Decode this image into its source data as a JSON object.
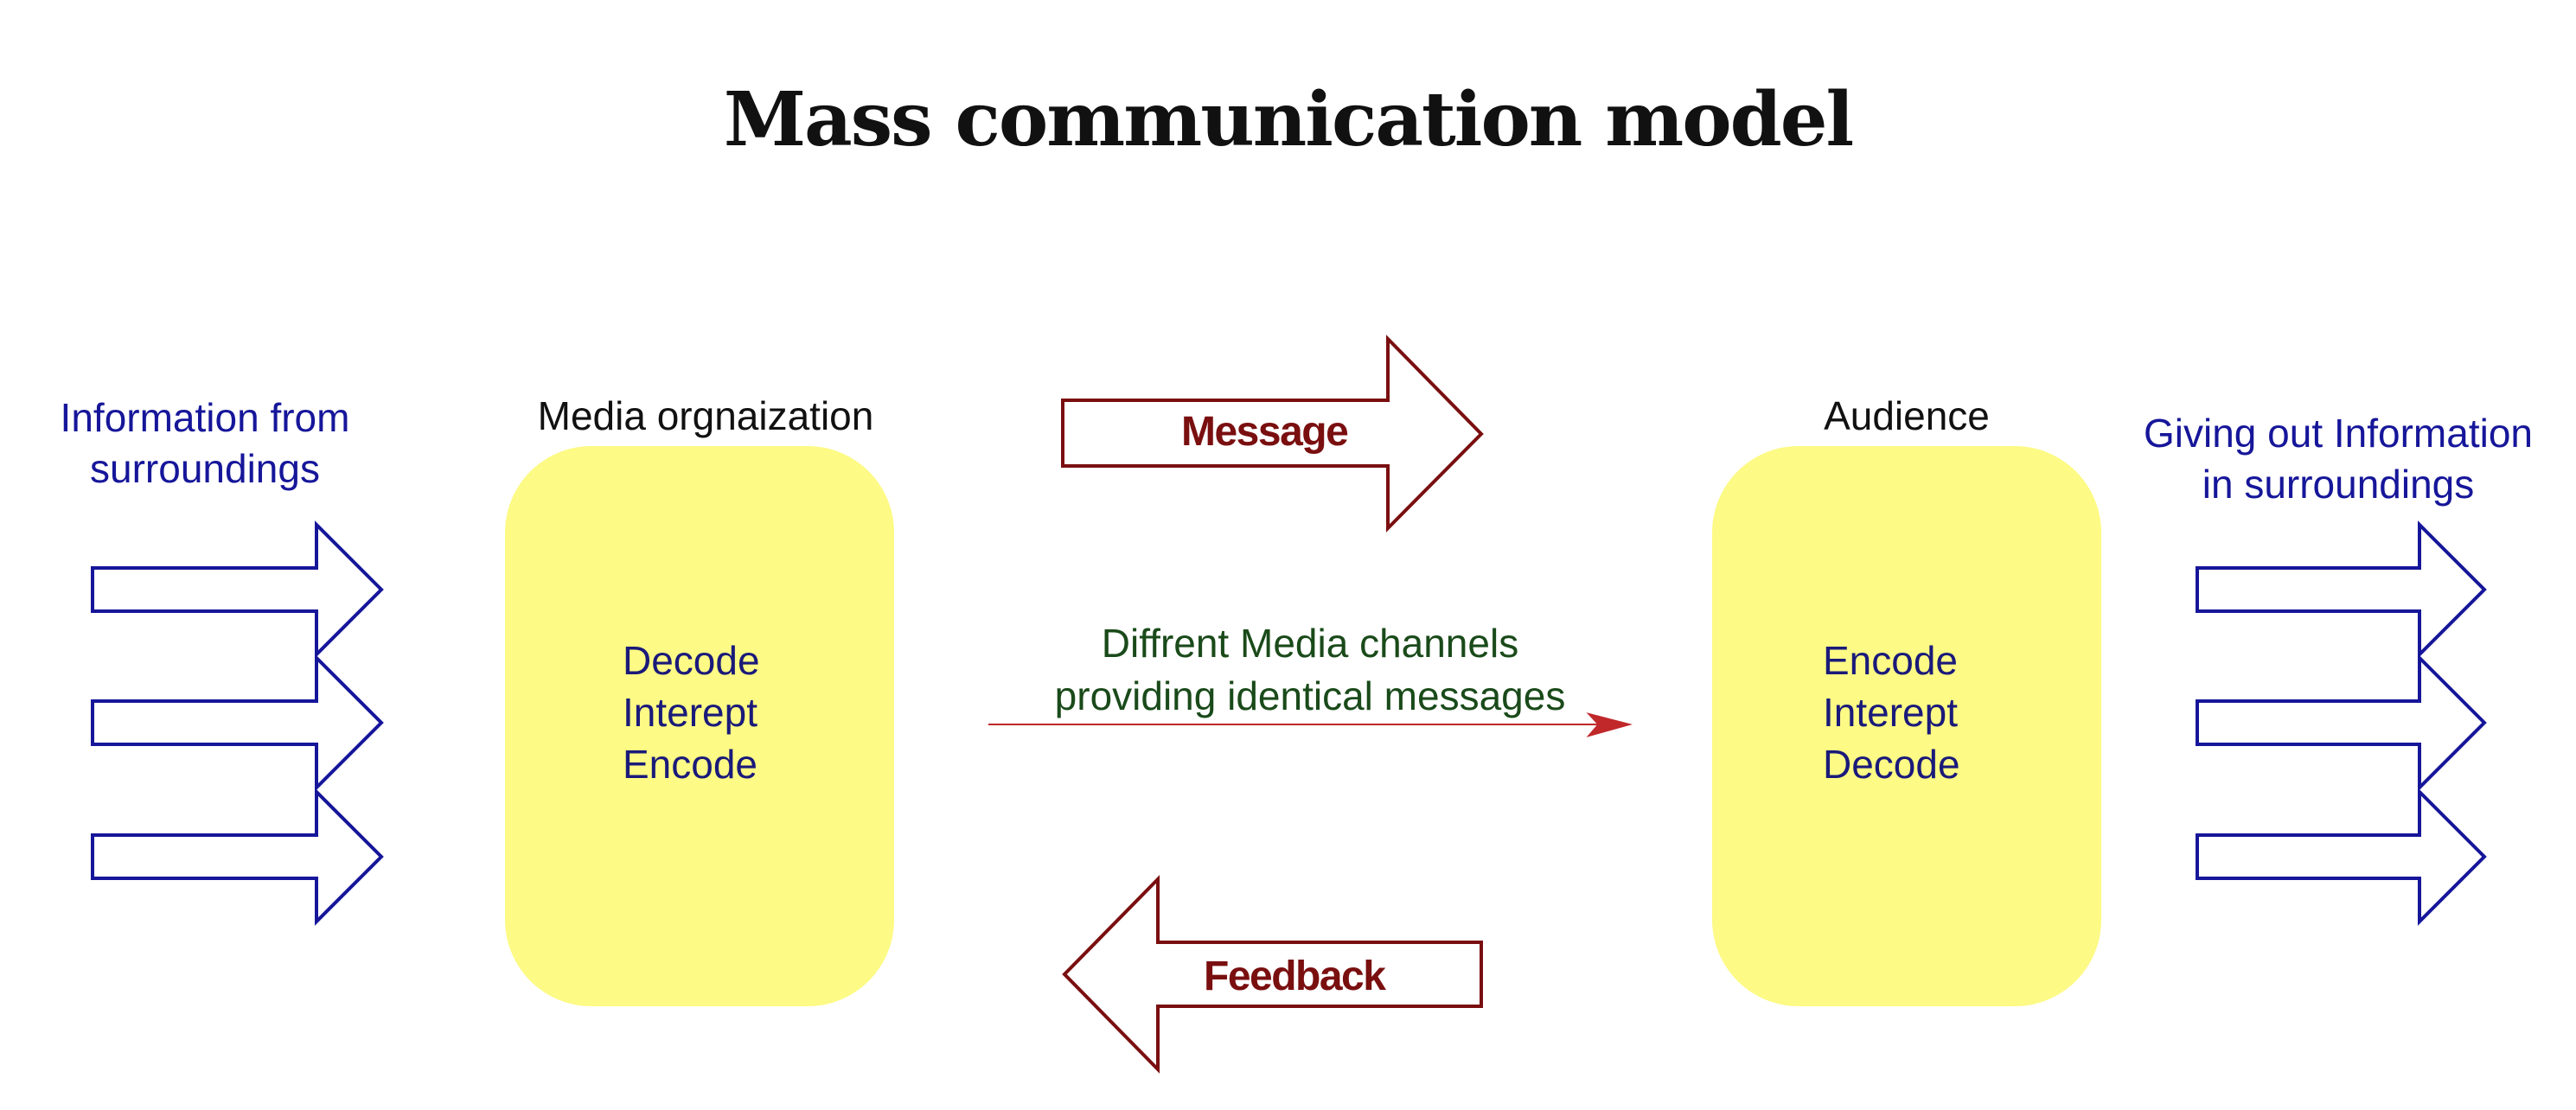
{
  "diagram": {
    "title": "Mass communication model",
    "left_input_label": "Information from\nsurroundings",
    "right_output_label": "Giving out Information\nin surroundings",
    "sender": {
      "title": "Media orgnaization",
      "steps": [
        "Decode",
        "Interept",
        "Encode"
      ]
    },
    "receiver": {
      "title": "Audience",
      "steps": [
        "Encode",
        "Interept",
        "Decode"
      ]
    },
    "message_label": "Message",
    "feedback_label": "Feedback",
    "channels_label": "Diffrent Media channels\nproviding identical messages"
  },
  "colors": {
    "box_fill": "#fdfa85",
    "blue_arrow": "#16169a",
    "red_arrow": "#7a0f10",
    "channel_arrow": "#c0282a",
    "channel_text": "#1a4a1a"
  }
}
